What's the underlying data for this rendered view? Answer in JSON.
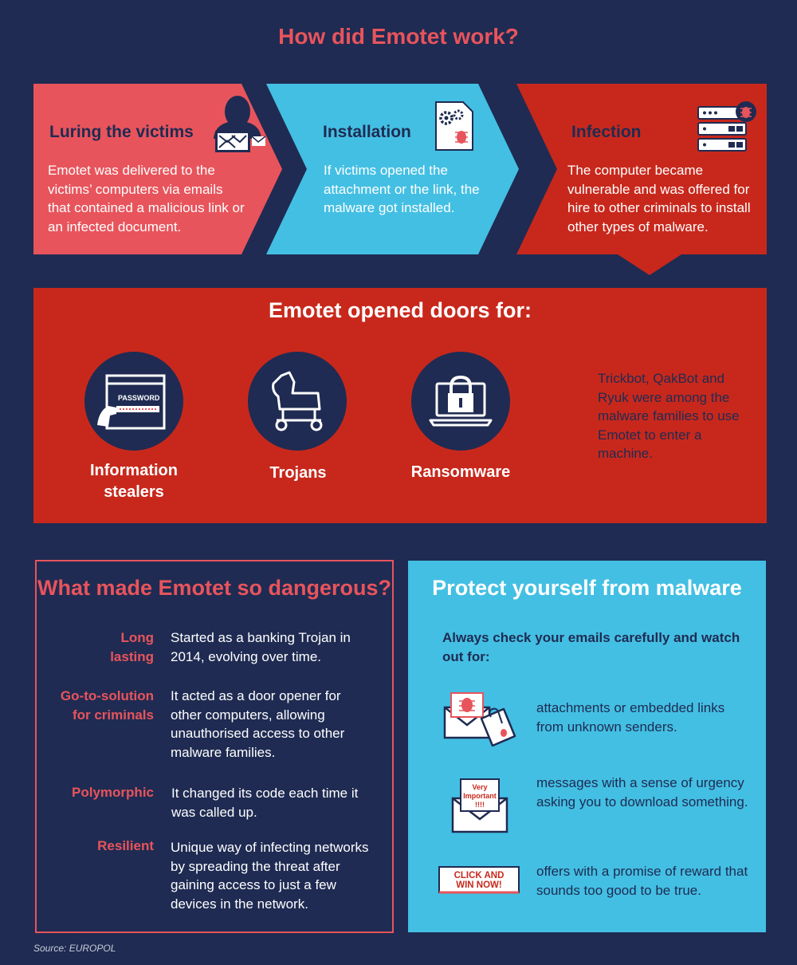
{
  "title": "How did Emotet work?",
  "steps": [
    {
      "title": "Luring the victims",
      "text": "Emotet was delivered to the victims’ computers via emails that contained a malicious link or an infected document.",
      "color": "#e8545c",
      "icon": "hacker-laptop-icon"
    },
    {
      "title": "Installation",
      "text": "If victims opened the attachment or the link, the malware got installed.",
      "color": "#43bfe3",
      "icon": "infected-file-icon"
    },
    {
      "title": "Infection",
      "text": "The computer became vulnerable and was offered for hire to other criminals to install other types of malware.",
      "color": "#c8281c",
      "icon": "infected-server-icon"
    }
  ],
  "doors": {
    "title": "Emotet opened doors for:",
    "items": [
      {
        "label": "Information stealers",
        "icon": "password-theft-icon"
      },
      {
        "label": "Trojans",
        "icon": "trojan-horse-icon"
      },
      {
        "label": "Ransomware",
        "icon": "locked-laptop-icon"
      }
    ],
    "note": "Trickbot, QakBot and Ryuk were among the malware families to use Emotet to enter a machine."
  },
  "danger": {
    "title": "What made Emotet so dangerous?",
    "items": [
      {
        "label": "Long lasting",
        "text": "Started as a banking Trojan in 2014, evolving over time."
      },
      {
        "label": "Go-to-solution for criminals",
        "text": "It acted as a door opener for other computers, allowing unauthorised access to other malware families."
      },
      {
        "label": "Polymorphic",
        "text": "It changed its code each time it was called up."
      },
      {
        "label": "Resilient",
        "text": "Unique way of infecting networks by spreading the threat after gaining access to just a few devices in the network."
      }
    ]
  },
  "protect": {
    "title": "Protect yourself from malware",
    "subtitle": "Always check your emails carefully and watch out for:",
    "items": [
      {
        "text": "attachments or embedded links from unknown senders.",
        "icon": "infected-email-attachment-icon"
      },
      {
        "text": "messages with a sense of urgency asking you to download something.",
        "icon": "urgent-email-icon",
        "badge": "Very Important !!!!"
      },
      {
        "text": "offers with a promise of reward that sounds too good to be true.",
        "icon": "click-and-win-icon",
        "badge": "CLICK AND WIN NOW!"
      }
    ]
  },
  "source": "Source: EUROPOL",
  "colors": {
    "background": "#1f2b52",
    "coral": "#e8545c",
    "cyan": "#43bfe3",
    "red": "#c8281c"
  }
}
